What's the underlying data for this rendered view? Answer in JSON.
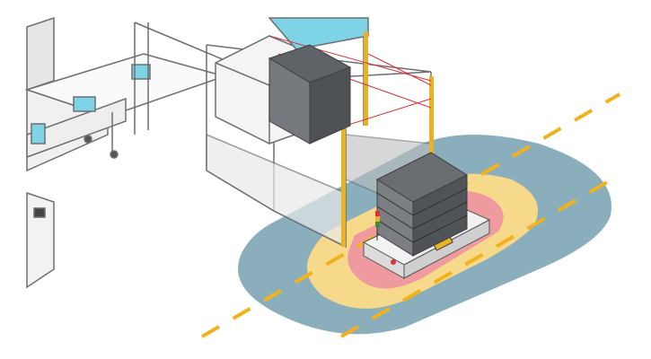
{
  "colors": {
    "background": "#ffffff",
    "outer_zone": "#8aaebc",
    "warning_zone": "#f6d98a",
    "danger_zone": "#ef9a9f",
    "lane_dash": "#f2b21b",
    "agv_body": "#f2f2f2",
    "pallet": "#5f6266",
    "light_curtain": "#e8b321",
    "laser_beam": "#d9333b",
    "machine_line": "#6b6f73",
    "conveyor_box": "#7fd3e6"
  },
  "icons": [
    "agv-vehicle",
    "pallet-stack",
    "safety-light-curtain",
    "signal-tower",
    "conveyor"
  ]
}
